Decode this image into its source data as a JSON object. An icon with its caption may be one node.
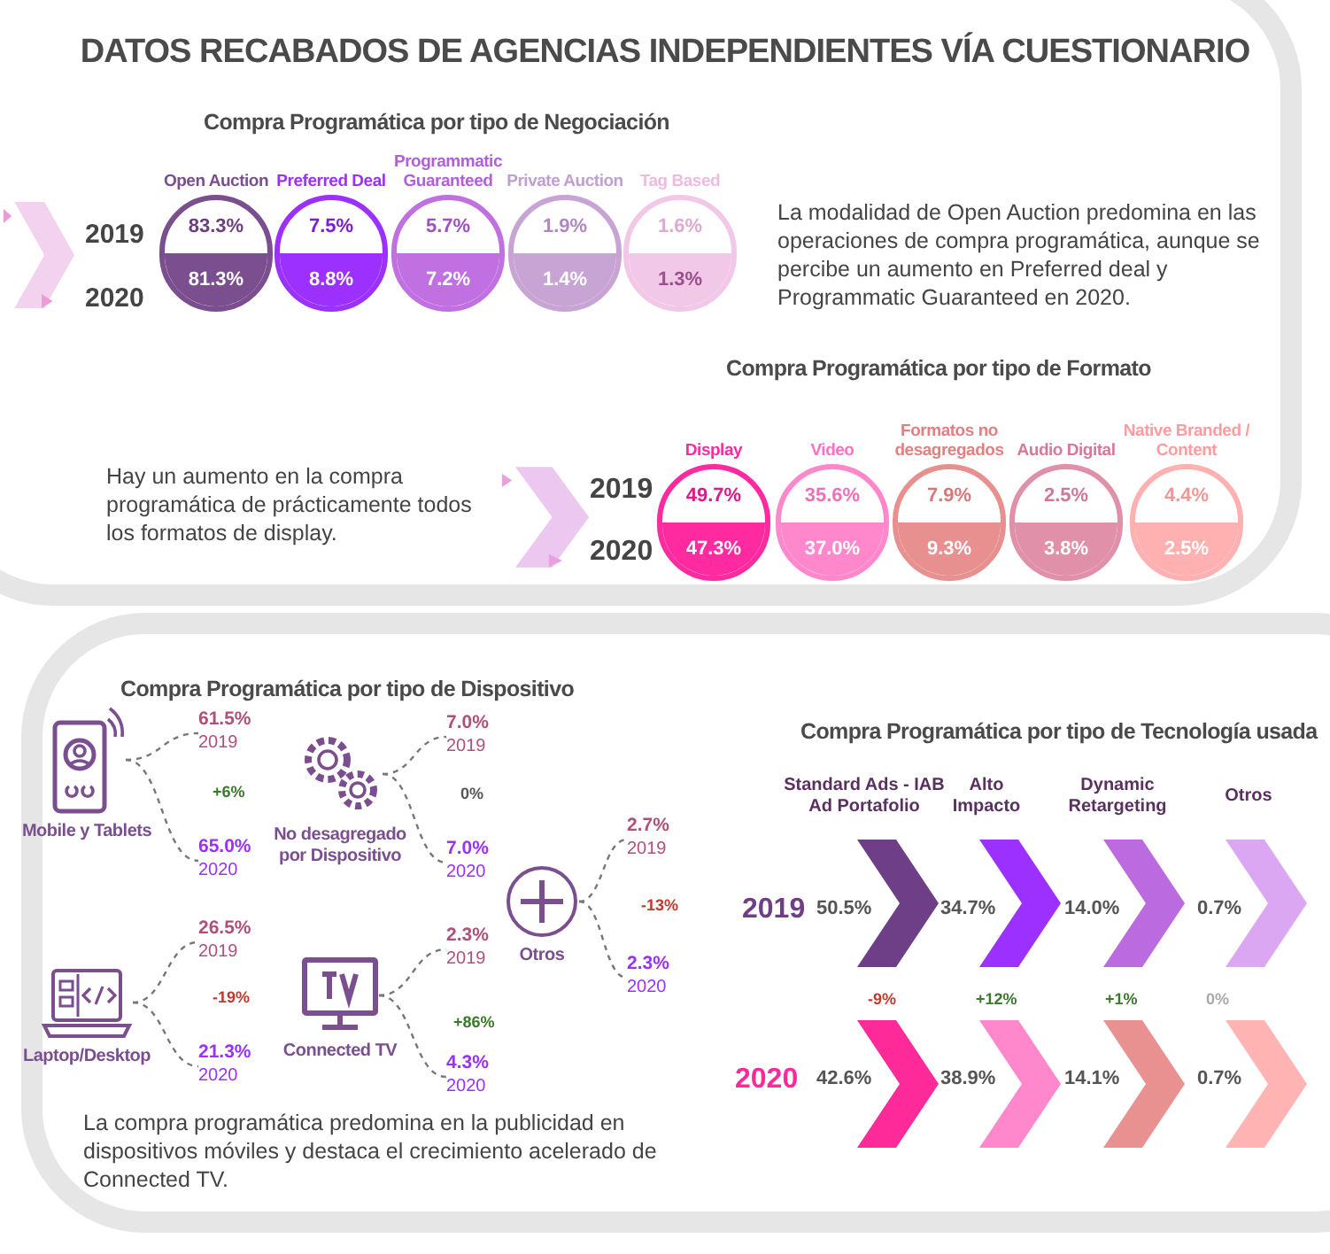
{
  "diagram": {
    "title": "DATOS RECABADOS DE AGENCIAS INDEPENDIENTES VÍA CUESTIONARIO",
    "nodes": [
      {
        "text": [
          "Open Auction",
          "83.3%",
          "81.3%"
        ]
      },
      {
        "text": [
          "Preferred Deal",
          "7.5%",
          "8.8%"
        ]
      },
      {
        "text": [
          "Programmatic Guaranteed",
          "5.7%",
          "7.2%"
        ]
      },
      {
        "text": [
          "Private Auction",
          "1.9%",
          "1.4%"
        ]
      },
      {
        "text": [
          "Tag Based",
          "1.6%",
          "1.3%"
        ]
      },
      {
        "text": [
          "Display",
          "49.7%",
          "47.3%"
        ]
      },
      {
        "text": [
          "Video",
          "35.6%",
          "37.0%"
        ]
      },
      {
        "text": [
          "Formatos no desagregados",
          "7.9%",
          "9.3%"
        ]
      },
      {
        "text": [
          "Audio Digital",
          "2.5%",
          "3.8%"
        ]
      },
      {
        "text": [
          "Native Branded / Content",
          "4.4%",
          "2.5%"
        ]
      },
      {
        "text": [
          "Mobile y Tablets"
        ]
      },
      {
        "text": [
          "61.5%",
          "2019"
        ]
      },
      {
        "text": [
          "65.0%",
          "2020"
        ]
      },
      {
        "text": [
          "No desagregado por Dispositivo"
        ]
      },
      {
        "text": [
          "7.0%",
          "2019"
        ]
      },
      {
        "text": [
          "7.0%",
          "2020"
        ]
      },
      {
        "text": [
          "Otros"
        ]
      },
      {
        "text": [
          "2.7%",
          "2019"
        ]
      },
      {
        "text": [
          "2.3%",
          "2020"
        ]
      },
      {
        "text": [
          "Laptop/Desktop"
        ]
      },
      {
        "text": [
          "26.5%",
          "2019"
        ]
      },
      {
        "text": [
          "21.3%",
          "2020"
        ]
      },
      {
        "text": [
          "Connected TV"
        ]
      },
      {
        "text": [
          "2.3%",
          "2019"
        ]
      },
      {
        "text": [
          "4.3%",
          "2020"
        ]
      }
    ],
    "edges": [
      {
        "from": 10,
        "to": 11,
        "arrow": "none",
        "style": "dashed"
      },
      {
        "from": 10,
        "to": 12,
        "arrow": "none",
        "style": "dashed"
      },
      {
        "from": 13,
        "to": 14,
        "arrow": "none",
        "style": "dashed"
      },
      {
        "from": 13,
        "to": 15,
        "arrow": "none",
        "style": "dashed"
      },
      {
        "from": 16,
        "to": 17,
        "arrow": "none",
        "style": "dashed"
      },
      {
        "from": 16,
        "to": 18,
        "arrow": "none",
        "style": "dashed"
      },
      {
        "from": 19,
        "to": 20,
        "arrow": "none",
        "style": "dashed"
      },
      {
        "from": 19,
        "to": 21,
        "arrow": "none",
        "style": "dashed"
      },
      {
        "from": 22,
        "to": 23,
        "arrow": "none",
        "style": "dashed"
      },
      {
        "from": 22,
        "to": 24,
        "arrow": "none",
        "style": "dashed"
      }
    ],
    "labels": [
      "Compra Programática por tipo de Negociación",
      "2019",
      "2020",
      "La modalidad de Open Auction predomina en las operaciones de compra programática, aunque se percibe un aumento en Preferred deal y Programmatic Guaranteed en 2020.",
      "Compra Programática por tipo de Formato",
      "Hay un aumento en la compra programática de prácticamente todos los formatos de display.",
      "2019",
      "2020",
      "Compra Programática por tipo de Dispositivo",
      "+6%",
      "0%",
      "-13%",
      "-19%",
      "+86%",
      "La compra programática predomina en la publicidad en dispositivos móviles y destaca el crecimiento acelerado de Connected TV.",
      "Compra Programática por tipo de Tecnología usada",
      "Standard Ads - IAB Ad Portafolio",
      "Alto Impacto",
      "Dynamic Retargeting",
      "Otros",
      "2019",
      "50.5%",
      "34.7%",
      "14.0%",
      "0.7%",
      "-9%",
      "+12%",
      "+1%",
      "0%",
      "2020",
      "42.6%",
      "38.9%",
      "14.1%",
      "0.7%"
    ]
  }
}
